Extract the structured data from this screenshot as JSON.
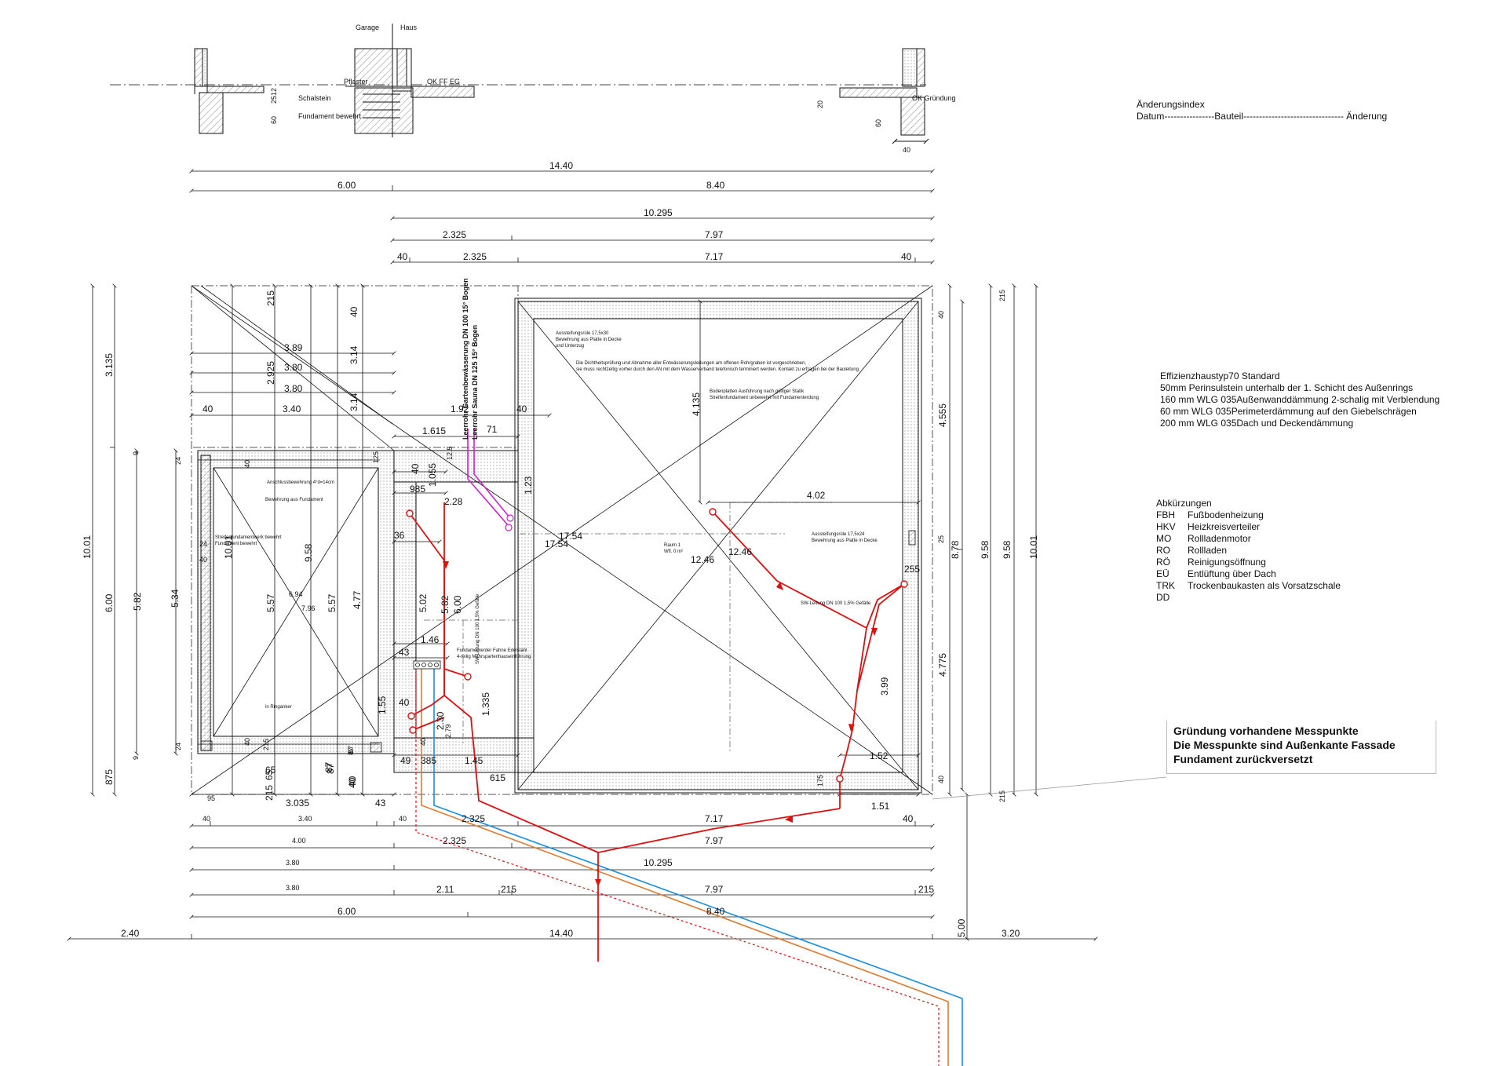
{
  "section_labels": {
    "garage": "Garage",
    "haus": "Haus",
    "pflaster": "Pflaster",
    "ok_ff_eg": "OK FF EG",
    "schalstein": "Schalstein",
    "fundament_bewehrt": "Fundament bewehrt",
    "ok_gruendung": "OK Gründung",
    "d25_12": "2512",
    "d60_left": "60",
    "d20": "20",
    "d60_right": "60",
    "d40_right": "40"
  },
  "aenderungsindex": {
    "title": "Änderungsindex",
    "columns": "Datum----------------Bauteil-------------------------------- Änderung"
  },
  "top_dims": {
    "total": "14.40",
    "left": "6.00",
    "right": "8.40",
    "haus_total": "10.295",
    "haus_a": "2.325",
    "haus_b": "7.97",
    "wall_l": "40",
    "inner_a": "2.325",
    "inner_b": "7.17",
    "wall_r": "40"
  },
  "bottom_dims": {
    "r1": [
      "40",
      "3.40",
      "40",
      "2.325",
      "7.17",
      "40"
    ],
    "r2": [
      "4.00",
      "2.325",
      "7.97"
    ],
    "r3": [
      "3.80",
      "10.295"
    ],
    "r4": [
      "3.80",
      "2.11",
      "215",
      "7.97",
      "215"
    ],
    "r5": [
      "6.00",
      "8.40"
    ],
    "r6": [
      "2.40",
      "14.40",
      "3.20"
    ],
    "r6_v": "5.00",
    "misc": [
      "95",
      "3.035",
      "43",
      "215",
      "65",
      "215",
      "87",
      "40",
      "87",
      "49",
      "385",
      "1.45",
      "615",
      "175",
      "1.52",
      "1.51"
    ]
  },
  "left_dims": [
    "10.01",
    "3.135",
    "6.00",
    "5.82",
    "5.34",
    "875",
    "9",
    "9",
    "24",
    "24",
    "24",
    "40"
  ],
  "right_dims": [
    "10.01",
    "9.58",
    "9.58",
    "8.78",
    "4.555",
    "4.775",
    "25",
    "40",
    "40",
    "215",
    "215"
  ],
  "inner_dims": {
    "garage": [
      "3.89",
      "3.80",
      "3.80",
      "3.40",
      "40",
      "2.925",
      "3.14",
      "3.14",
      "40",
      "215",
      "10.01",
      "9.58",
      "5.57",
      "7.96",
      "6.94",
      "5.57",
      "4.77",
      "125",
      "40",
      "1.55",
      "65",
      "87",
      "87",
      "40",
      "40"
    ],
    "middle": [
      "1.92",
      "1.615",
      "71",
      "40",
      "1.23",
      "40",
      "2.28",
      "985",
      "1.055",
      "36",
      "5.02",
      "5.82",
      "6.00",
      "1.46",
      "43",
      "40",
      "1.335",
      "2.30",
      "2.79",
      "40",
      "12.5"
    ],
    "haus": [
      "4.135",
      "4.02",
      "12.46",
      "12.46",
      "17.54",
      "17.54",
      "3.99",
      "255"
    ]
  },
  "pipe_labels": {
    "pink": "Leerrohr Gartenbewässerung DN 100 15° Bogen",
    "pink2": "Leerrohr Sauna DN 125 15° Bogen",
    "sw": "SW-Leitung DN 100 1,5% Gefälle",
    "sw2": "SW-Leitung DN 100 1,5% Gefälle",
    "erder": "Fundamenterder Fahne Edelstahl",
    "erder2": "4-teilig Mehrspartenhauseinführung"
  },
  "small_notes": [
    "Aussteifungsrüle 17,5x30",
    "Bewehrung aus Platte in Decke",
    "und Unterzug",
    "Die Dichtheitsprüfung und Abnahme aller Entwässerungsleitungen am offenen Rohrgraben ist vorgeschrieben,",
    "sie muss rechtzeitig vorher durch den AN mit dem Wasserverband telefonisch terminiert werden. Kontakt zu erfragen bei der Bauleitung.",
    "Bodenplatten Ausführung nach gültiger Statik",
    "Streifenfundament unbewehrt mit Fundamenterdung",
    "Raum 1",
    "Wfl. 0 m²",
    "Aussteifungsrüle 17,5x24",
    "Bewehrung aus Platte in Decke",
    "Anschlussbewehrung 4°d=14cm",
    "Bewehrung aus Fundament",
    "in Ringanker",
    "Streifenfundamentwerk bewehrt",
    "Fundament bewehrt"
  ],
  "effizienz": {
    "title": "Effizienzhaustyp70 Standard",
    "lines": [
      "50mm Perinsulstein unterhalb der 1. Schicht des Außenrings",
      "160 mm WLG 035Außenwanddämmung  2-schalig mit Verblendung",
      "60 mm WLG 035Perimeterdämmung auf den Giebelschrägen",
      "200 mm WLG 035Dach und Deckendämmung"
    ]
  },
  "abkuerzungen": {
    "title": "Abkürzungen",
    "items": [
      {
        "key": "FBH",
        "value": "Fußbodenheizung"
      },
      {
        "key": "HKV",
        "value": "Heizkreisverteiler"
      },
      {
        "key": "MO",
        "value": "Rollladenmotor"
      },
      {
        "key": "RO",
        "value": "Rollladen"
      },
      {
        "key": "RÖ",
        "value": "Reinigungsöffnung"
      },
      {
        "key": "EÜ",
        "value": "Entlüftung über Dach"
      },
      {
        "key": "TRK",
        "value": "Trockenbaukasten als Vorsatzschale"
      },
      {
        "key": "DD",
        "value": ""
      }
    ]
  },
  "messpunkte": {
    "line1": "Gründung vorhandene Messpunkte",
    "line2": "Die Messpunkte sind Außenkante Fassade",
    "line3": "Fundament zurückversetzt"
  },
  "colors": {
    "line": "#111111",
    "sewer": "#e01010",
    "pink": "#d020d0",
    "blue": "#1a8ee0",
    "orange": "#e07a30",
    "dashed_red": "#e01010",
    "hatch": "#9a9a9a"
  }
}
